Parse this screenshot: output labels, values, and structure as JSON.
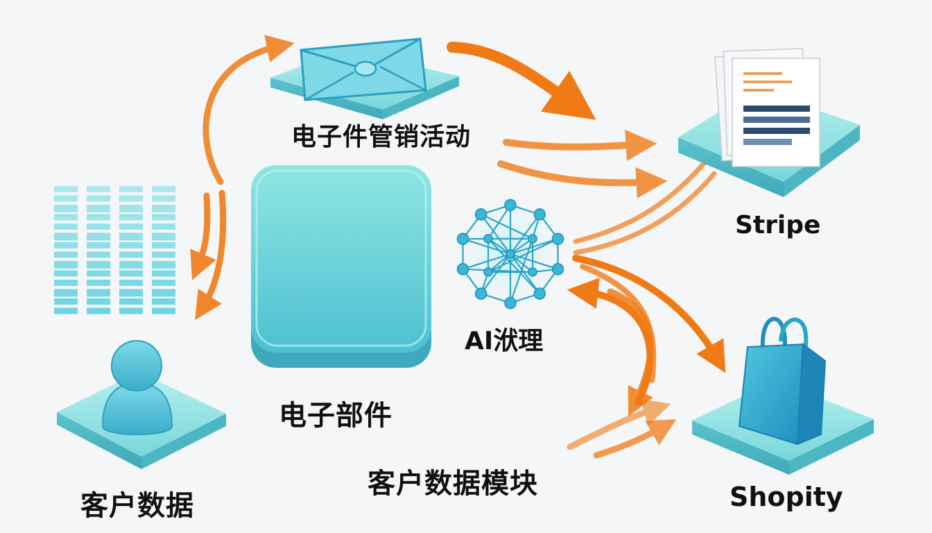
{
  "diagram": {
    "nodes": {
      "email_campaign": "电子件管销活动",
      "stripe": "Stripe",
      "ai": "AI洑理",
      "widget": "电子部件",
      "customer_module": "客户数据模块",
      "customer_data": "客户数据",
      "shopify": "Shopity"
    },
    "icons": [
      "envelope-icon",
      "document-stack-icon",
      "neural-network-icon",
      "data-grid-icon",
      "user-icon",
      "shopping-bag-icon"
    ],
    "colors": {
      "arrow": "#f07b16",
      "platform": "#7fdcde",
      "platform_edge": "#53b8c4",
      "accent": "#2aa5c7",
      "background": "#f4f6f8"
    }
  }
}
